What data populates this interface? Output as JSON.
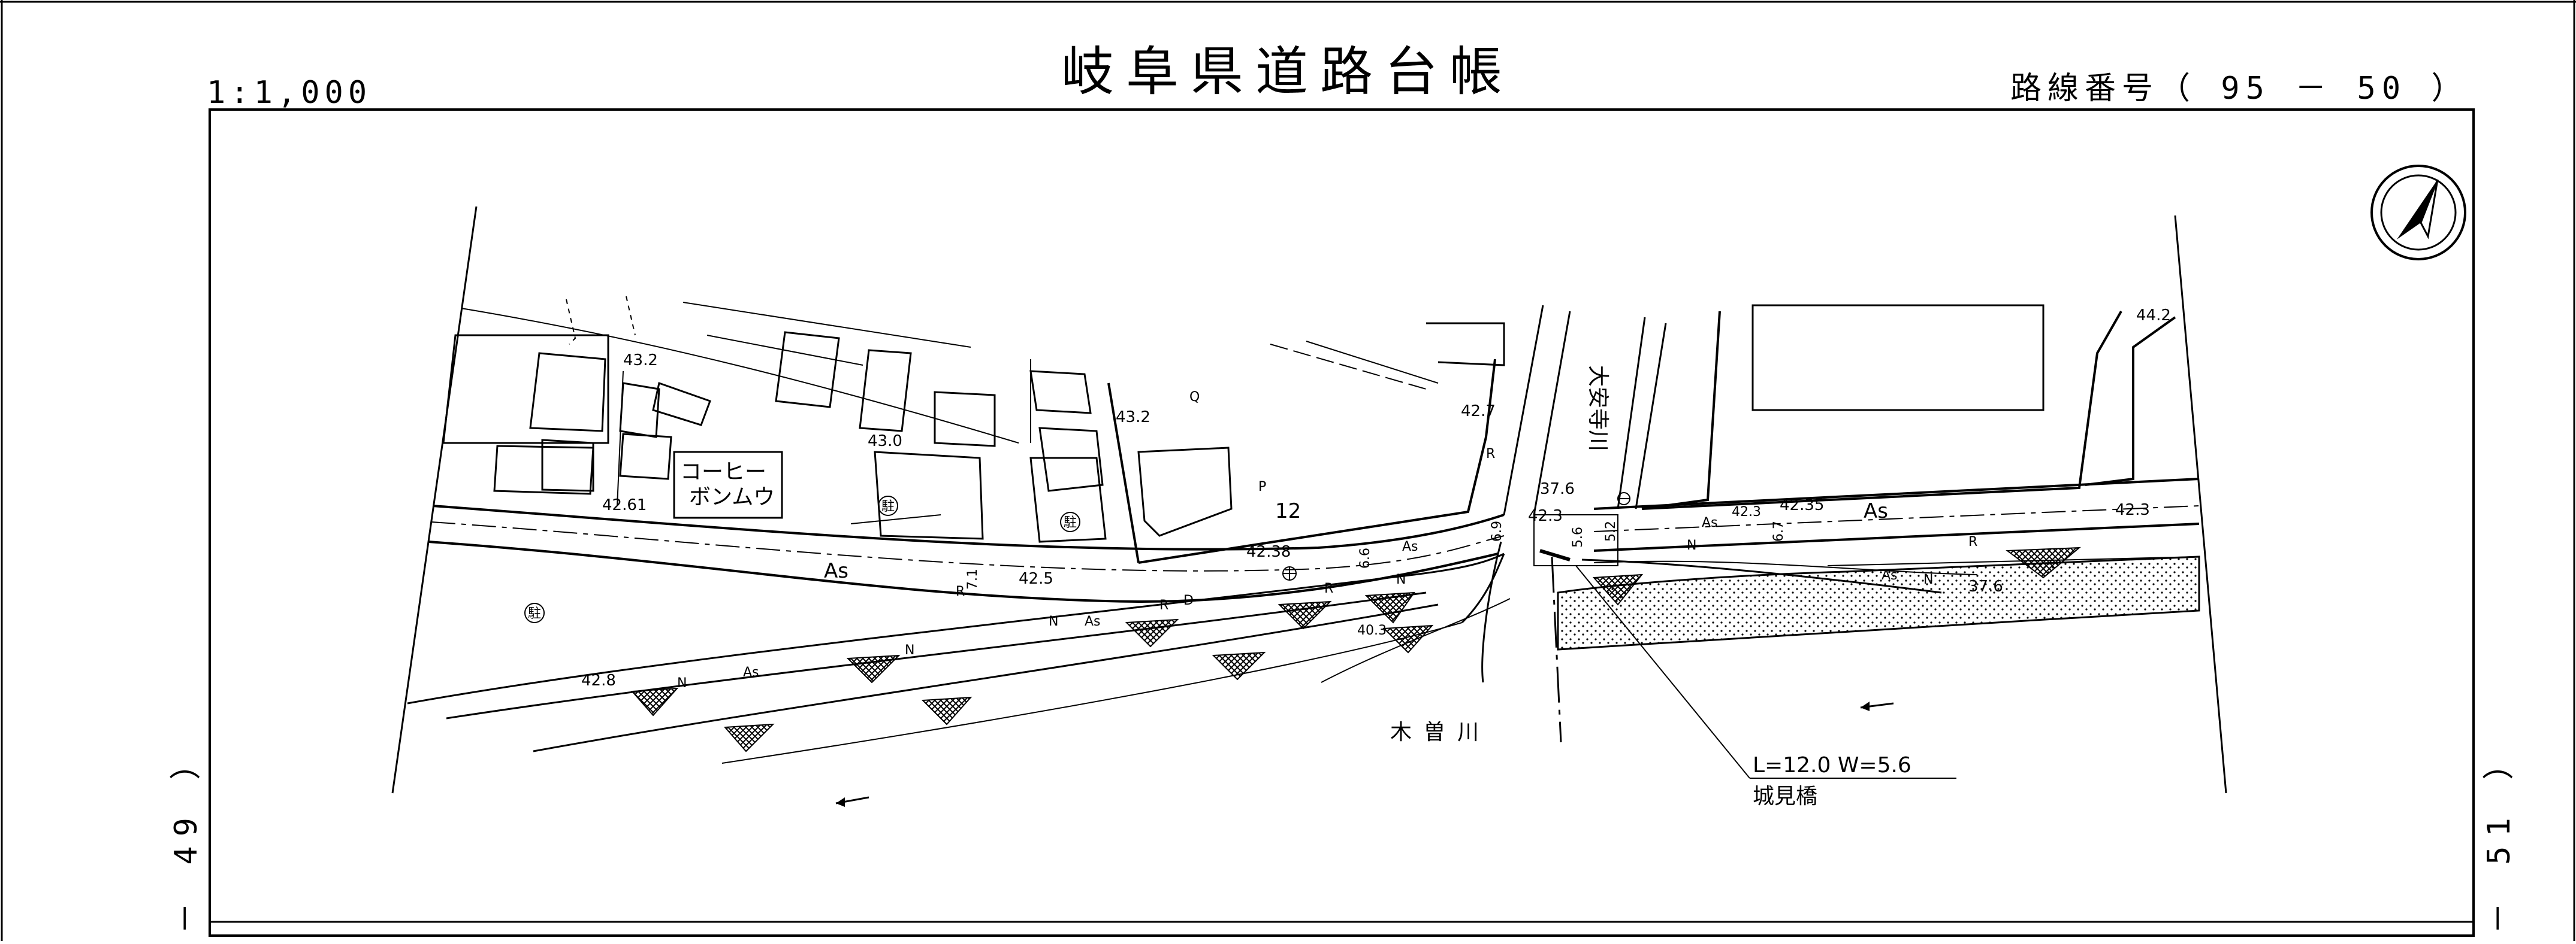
{
  "header": {
    "title": "岐阜県道路台帳",
    "scale": "1:1,000",
    "route_number": "路線番号（ 95 － 50 ）"
  },
  "sheet_refs": {
    "left": "－ 49 ）",
    "right": "－ 51 ）"
  },
  "map": {
    "north_arrow": "north-arrow-icon",
    "river_name": "木曽川",
    "stream_name": "大安寺川",
    "shop_name_line1": "コーヒー",
    "shop_name_line2": "ボンムウ",
    "bridge_dimensions": "L=12.0  W=5.6",
    "bridge_name": "城見橋",
    "surface_label": "As",
    "house_number": "12",
    "parking_symbol": "駐",
    "elevations": {
      "e43_2_a": "43.2",
      "e43_0": "43.0",
      "e43_2_b": "43.2",
      "e42_7": "42.7",
      "e42_61": "42.61",
      "e42_5": "42.5",
      "e42_38": "42.38",
      "e42_3_a": "42.3",
      "e42_3_b": "42.3",
      "e42_35": "42.35",
      "e42_3_c": "42.3",
      "e44_2": "44.2",
      "e37_6_a": "37.6",
      "e37_6_b": "37.6",
      "e42_8": "42.8",
      "e40_3": "40.3"
    },
    "widths": {
      "w6_6": "6.6",
      "w5_6": "5.6",
      "w5_2": "5.2",
      "w6_9": "6.9",
      "w6_7": "6.7",
      "w7_1": "7.1"
    },
    "marks": {
      "r": "R",
      "n": "N",
      "d": "D",
      "q": "Q",
      "p": "P"
    }
  }
}
